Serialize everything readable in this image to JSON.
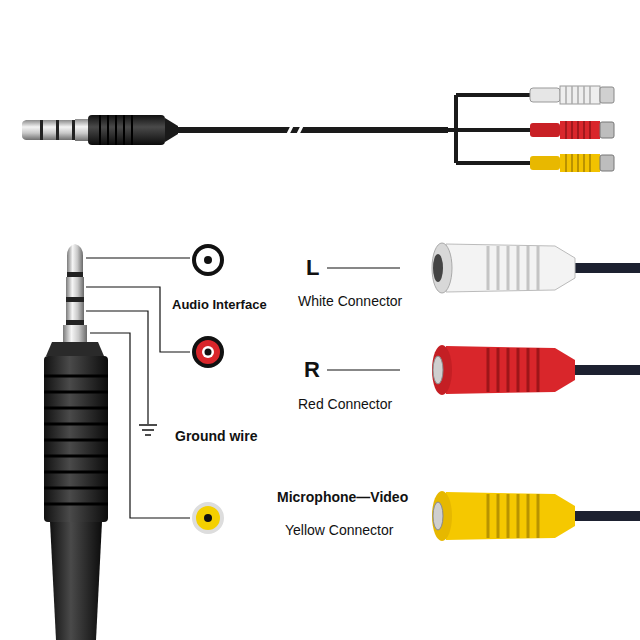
{
  "diagram": {
    "labels": [
      "Audio Interface",
      "L",
      "White Connector",
      "R",
      "Red Connector",
      "Ground wire",
      "Microphone—Video",
      "Yellow Connector"
    ]
  }
}
